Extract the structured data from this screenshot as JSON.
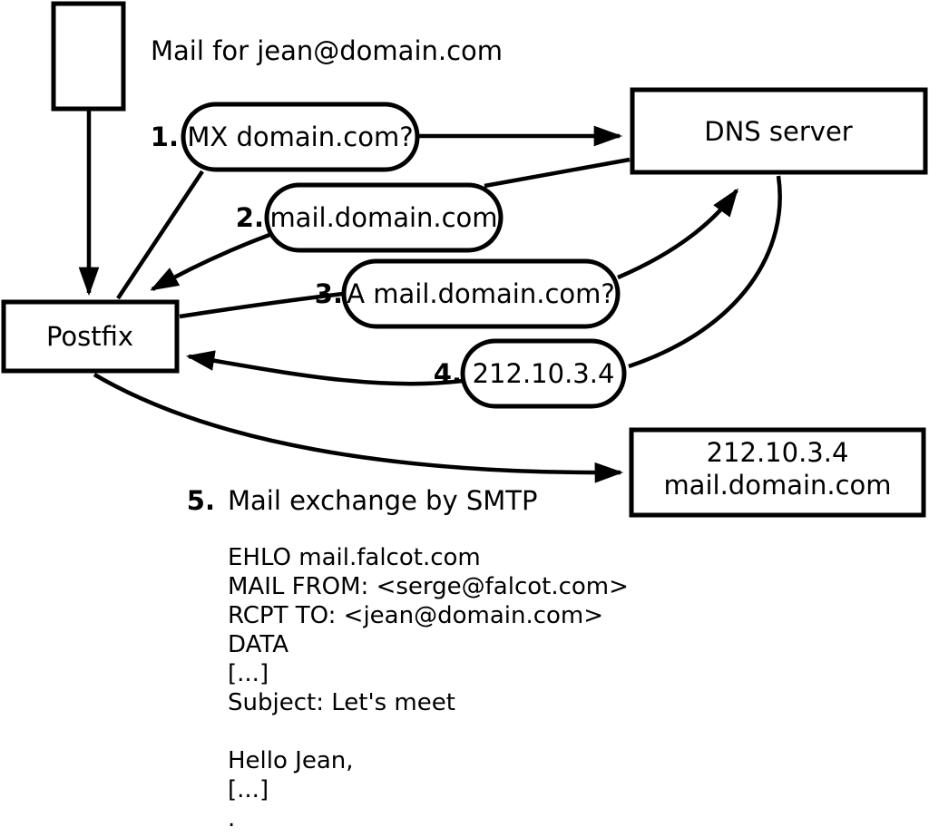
{
  "title": "Mail for jean@domain.com",
  "nodes": {
    "postfix": "Postfix",
    "dns": "DNS server",
    "mailserver_line1": "212.10.3.4",
    "mailserver_line2": "mail.domain.com"
  },
  "steps": [
    {
      "num": "1.",
      "label": "MX domain.com?"
    },
    {
      "num": "2.",
      "label": "mail.domain.com"
    },
    {
      "num": "3.",
      "label": "A mail.domain.com?"
    },
    {
      "num": "4.",
      "label": "212.10.3.4"
    },
    {
      "num": "5.",
      "label": "Mail exchange by SMTP"
    }
  ],
  "smtp": {
    "lines": [
      "EHLO mail.falcot.com",
      "MAIL FROM: <serge@falcot.com>",
      "RCPT TO: <jean@domain.com>",
      "DATA",
      "[...]",
      "Subject: Let's meet",
      "Hello Jean,",
      "[...]",
      "."
    ]
  },
  "colors": {
    "stroke": "#000000",
    "background": "#ffffff"
  }
}
